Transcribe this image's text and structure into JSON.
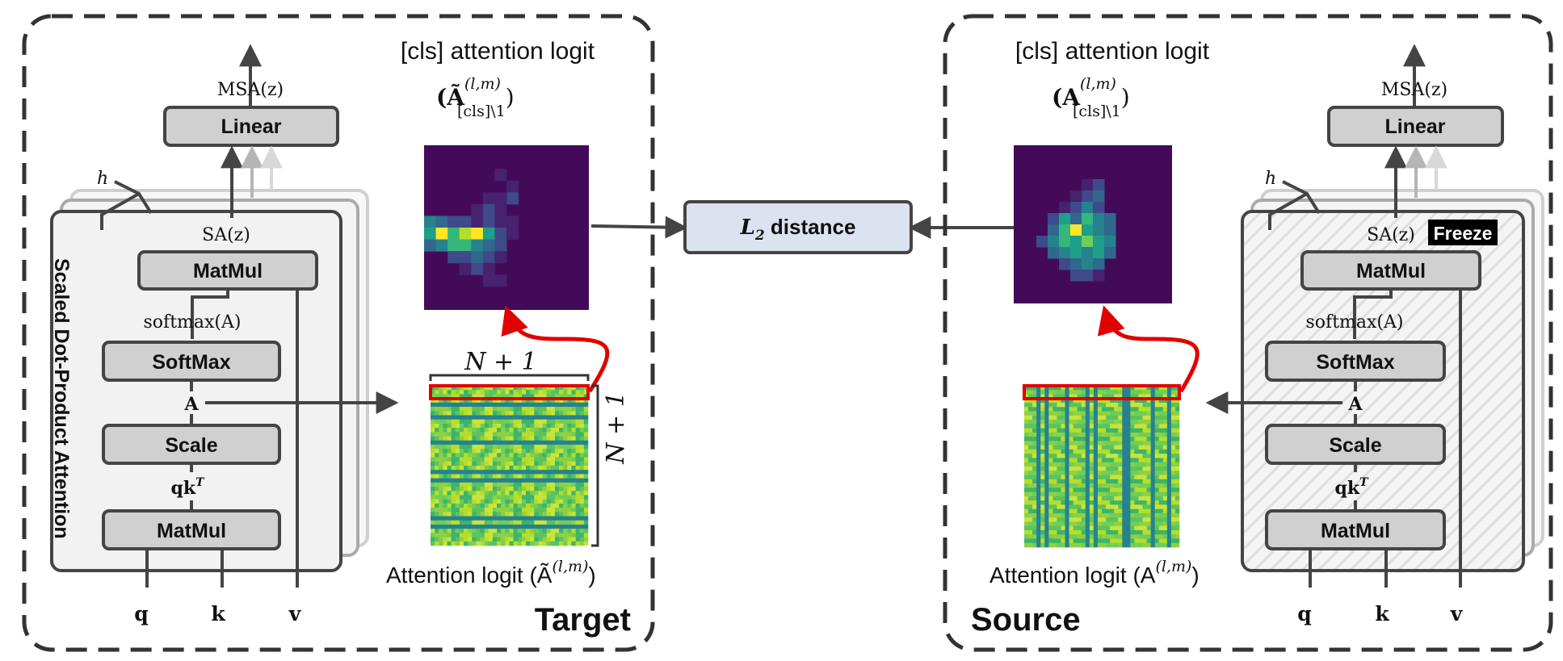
{
  "target": {
    "caption": "Target",
    "cls_title": "[cls] attention logit",
    "cls_symbol": "(Ã",
    "cls_sup": "(l,m)",
    "cls_sub": "[cls]\\1",
    "cls_close": ")",
    "logit_caption": "Attention logit (Ã",
    "logit_sup": "(l,m)",
    "logit_close": ")",
    "n_plus_1_top": "N + 1",
    "n_plus_1_side": "N + 1",
    "block": {
      "msa": "MSA(z)",
      "linear": "Linear",
      "h": "h",
      "sa": "SA(z)",
      "matmul_top": "MatMul",
      "softmax_label": "softmax(A)",
      "softmax": "SoftMax",
      "a": "A",
      "scale": "Scale",
      "qk": "qk",
      "qk_sup": "T",
      "matmul_bottom": "MatMul",
      "side_title": "Scaled Dot-Product Attention",
      "q": "q",
      "k": "k",
      "v": "v"
    }
  },
  "source": {
    "caption": "Source",
    "cls_title": "[cls] attention logit",
    "cls_symbol": "(A",
    "cls_sup": "(l,m)",
    "cls_sub": "[cls]\\1",
    "cls_close": ")",
    "logit_caption": "Attention logit (A",
    "logit_sup": "(l,m)",
    "logit_close": ")",
    "block": {
      "msa": "MSA(z)",
      "linear": "Linear",
      "h": "h",
      "sa": "SA(z)",
      "freeze": "Freeze",
      "matmul_top": "MatMul",
      "softmax_label": "softmax(A)",
      "softmax": "SoftMax",
      "a": "A",
      "scale": "Scale",
      "qk": "qk",
      "qk_sup": "T",
      "matmul_bottom": "MatMul",
      "q": "q",
      "k": "k",
      "v": "v"
    }
  },
  "distance": {
    "label": "L",
    "sub": "2",
    "suffix": " distance"
  },
  "colors": {
    "box_fill": "#d0d0d0",
    "box_stroke": "#444444",
    "panel_fill": "#f2f2f2",
    "distance_fill": "#dbe3f1",
    "highlight": "#e00000",
    "heatmap_bg": "#440a5a",
    "freeze_bg": "#000000"
  }
}
